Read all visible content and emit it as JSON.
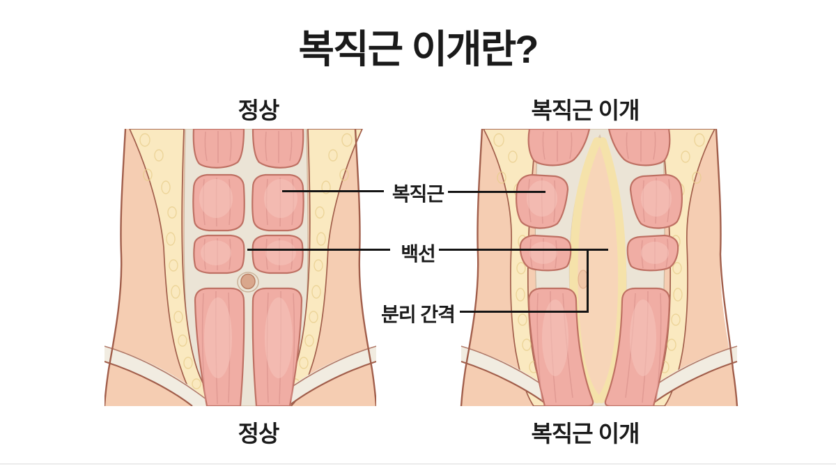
{
  "title": "복직근 이개란?",
  "figures": {
    "left": {
      "top_label": "정상",
      "bottom_label": "정상"
    },
    "right": {
      "top_label": "복직근 이개",
      "bottom_label": "복직근 이개"
    }
  },
  "annotations": {
    "rectus": "복직근",
    "linea_alba": "백선",
    "separation_gap": "분리 간격"
  },
  "colors": {
    "background": "#FFFFFF",
    "text": "#1A1A1A",
    "annotation_line": "#141414",
    "skin": "#F5CDB2",
    "skin_outline": "#A15E4B",
    "muscle": "#F0ADA4",
    "muscle_highlight": "#F6C5BC",
    "muscle_outline": "#BE7063",
    "muscle_striation": "#D9908A",
    "fascia": "#EBE4D6",
    "fascia_edge": "#CBB49B",
    "fat": "#FAE9C0",
    "fat_bubble": "#E8CD8C",
    "gap_skin": "#F7D5B8",
    "stretched_band": "#F5E2AA",
    "stretched_band_edge": "#D8B66E",
    "navel": "#D9A78C"
  }
}
